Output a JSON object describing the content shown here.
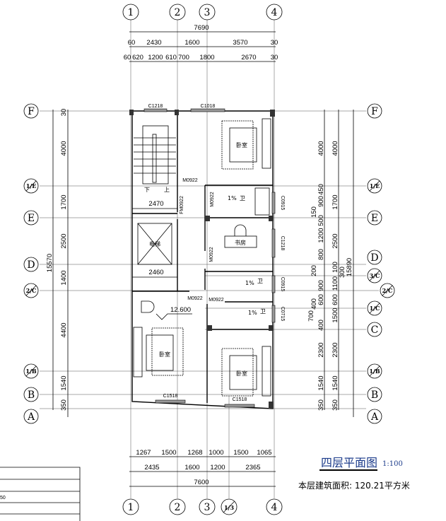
{
  "axes": {
    "v": [
      "1",
      "2",
      "3",
      "4"
    ],
    "v_extra": "1/3",
    "left": [
      "F",
      "1/E",
      "E",
      "D",
      "2/C",
      "1/B",
      "B",
      "A"
    ],
    "right": [
      "F",
      "1/E",
      "E",
      "D",
      "3/C",
      "2/C",
      "1/C",
      "C",
      "1/B",
      "B",
      "A"
    ]
  },
  "dims": {
    "top_total": "7690",
    "top_row2": [
      "60",
      "2430",
      "1600",
      "3570",
      "30"
    ],
    "top_row3": [
      "60",
      "620",
      "1200",
      "610",
      "700",
      "1800",
      "2670",
      "30"
    ],
    "bottom_row1": [
      "1267",
      "1500",
      "1268",
      "1000",
      "1500",
      "1065"
    ],
    "bottom_row2": [
      "2435",
      "1600",
      "1200",
      "2365"
    ],
    "bottom_total": "7600",
    "left": [
      "30",
      "4000",
      "1700",
      "2500",
      "1400",
      "4400",
      "1540",
      "350"
    ],
    "left_total": "15570",
    "right_inner": [
      "4000",
      "450",
      "900",
      "150",
      "500",
      "1200",
      "800",
      "200",
      "900",
      "600",
      "400",
      "700",
      "400",
      "2300",
      "1540",
      "350"
    ],
    "right_outer": [
      "4000",
      "1700",
      "2500",
      "100",
      "300",
      "1100",
      "600",
      "1500",
      "2300",
      "1540",
      "350"
    ],
    "right_total": "15890",
    "stair_width": "2470",
    "lift_width": "2460"
  },
  "rooms": {
    "bedroom": "卧室",
    "bath": "卫",
    "study": "书房",
    "lift": "电梯",
    "down": "下",
    "up": "上",
    "slope": "1%",
    "level": "12.600"
  },
  "tags": {
    "c1218": "C1218",
    "c1018": "C1018",
    "c0915": "C0915",
    "c1518": "C1518",
    "c0715": "C0715",
    "m0922": "M0922",
    "fm0922": "FM0922"
  },
  "title": {
    "name": "四层平面图",
    "scale": "1:100",
    "area": "本层建筑面积: 120.21平方米"
  },
  "legend_table": {
    "cell": "50"
  }
}
